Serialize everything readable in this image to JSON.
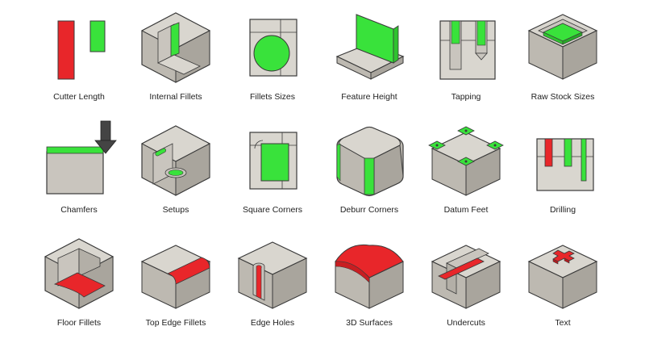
{
  "colors": {
    "highlight_green": "#39e23b",
    "highlight_red": "#e8262a",
    "face_top": "#d9d6cf",
    "face_left": "#bdb9b1",
    "face_right": "#a9a59d",
    "outline": "#3a3a3a"
  },
  "features": [
    {
      "label": "Cutter Length",
      "icon": "cutter-length-icon"
    },
    {
      "label": "Internal Fillets",
      "icon": "internal-fillets-icon"
    },
    {
      "label": "Fillets Sizes",
      "icon": "fillets-sizes-icon"
    },
    {
      "label": "Feature Height",
      "icon": "feature-height-icon"
    },
    {
      "label": "Tapping",
      "icon": "tapping-icon"
    },
    {
      "label": "Raw Stock Sizes",
      "icon": "raw-stock-sizes-icon"
    },
    {
      "label": "Chamfers",
      "icon": "chamfers-icon"
    },
    {
      "label": "Setups",
      "icon": "setups-icon"
    },
    {
      "label": "Square Corners",
      "icon": "square-corners-icon"
    },
    {
      "label": "Deburr Corners",
      "icon": "deburr-corners-icon"
    },
    {
      "label": "Datum Feet",
      "icon": "datum-feet-icon"
    },
    {
      "label": "Drilling",
      "icon": "drilling-icon"
    },
    {
      "label": "Floor Fillets",
      "icon": "floor-fillets-icon"
    },
    {
      "label": "Top Edge Fillets",
      "icon": "top-edge-fillets-icon"
    },
    {
      "label": "Edge Holes",
      "icon": "edge-holes-icon"
    },
    {
      "label": "3D Surfaces",
      "icon": "3d-surfaces-icon"
    },
    {
      "label": "Undercuts",
      "icon": "undercuts-icon"
    },
    {
      "label": "Text",
      "icon": "text-icon"
    }
  ]
}
